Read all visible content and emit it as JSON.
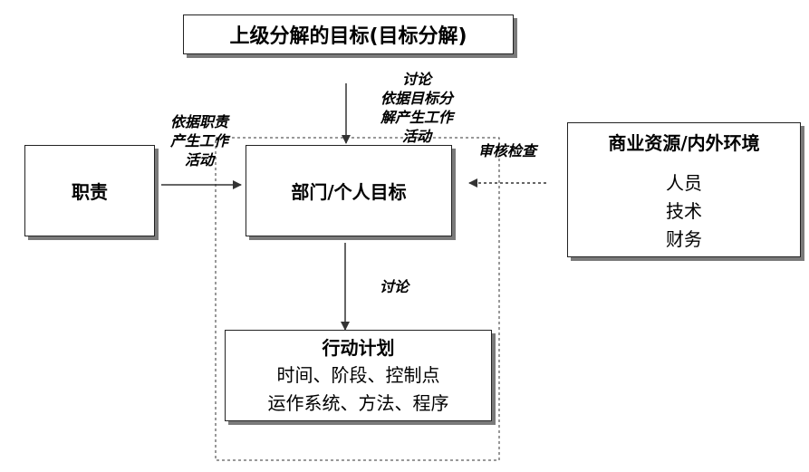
{
  "top_box": {
    "title": "上级分解的目标(目标分解)"
  },
  "duty_box": {
    "title": "职责"
  },
  "dept_box": {
    "title": "部门/个人目标"
  },
  "resource_box": {
    "title": "商业资源/内外环境",
    "items": [
      "人员",
      "技术",
      "财务"
    ]
  },
  "action_box": {
    "title": "行动计划",
    "lines": [
      "时间、阶段、控制点",
      "运作系统、方法、程序"
    ]
  },
  "labels": {
    "top_arrow": [
      "讨论",
      "依据目标分",
      "解产生工作",
      "活动"
    ],
    "left_arrow": [
      "依据职责",
      "产生工作",
      "活动"
    ],
    "review": "审核检查",
    "down_arrow": "讨论"
  }
}
